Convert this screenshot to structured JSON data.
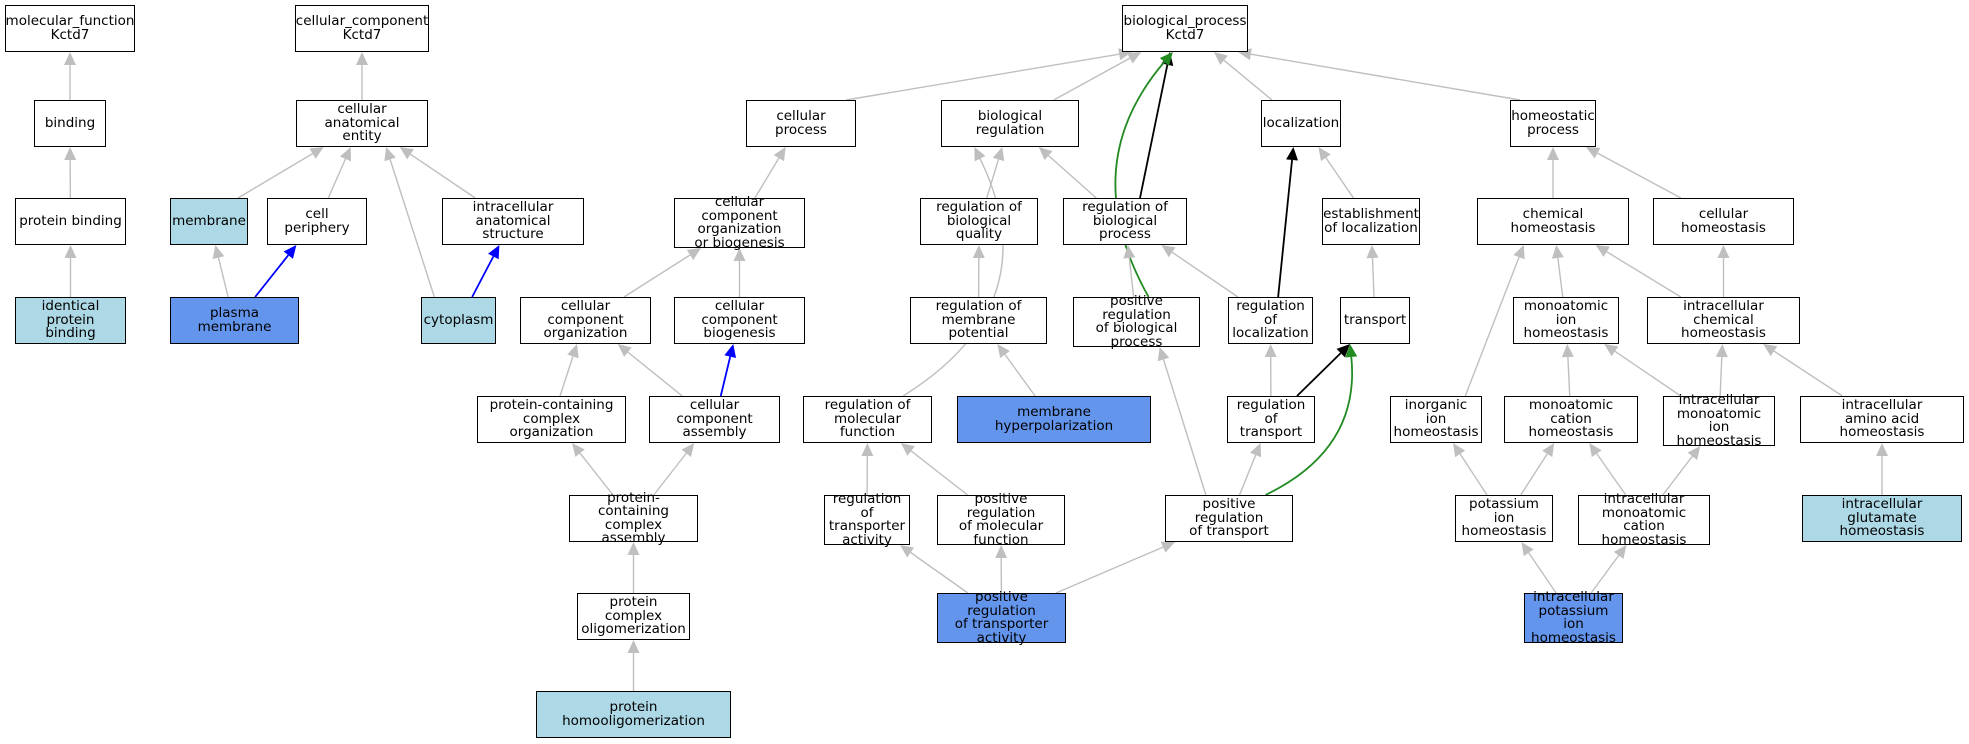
{
  "colors": {
    "grey": "#bfbfbf",
    "black": "#000000",
    "blue": "#0000ff",
    "green": "#228b22",
    "light": "#add8e6",
    "medium": "#6495ed"
  },
  "nodes": {
    "mf": {
      "label": "molecular_function\nKctd7"
    },
    "binding": {
      "label": "binding"
    },
    "protein_binding": {
      "label": "protein binding"
    },
    "identical_protein_binding": {
      "label": "identical protein\nbinding"
    },
    "cc": {
      "label": "cellular_component\nKctd7"
    },
    "cae": {
      "label": "cellular anatomical\nentity"
    },
    "membrane": {
      "label": "membrane"
    },
    "cell_periphery": {
      "label": "cell periphery"
    },
    "intracellular_anatomical": {
      "label": "intracellular\nanatomical structure"
    },
    "plasma_membrane": {
      "label": "plasma membrane"
    },
    "cytoplasm": {
      "label": "cytoplasm"
    },
    "bp": {
      "label": "biological_process\nKctd7"
    },
    "cellular_process": {
      "label": "cellular process"
    },
    "ccob": {
      "label": "cellular component\norganization\nor biogenesis"
    },
    "cco": {
      "label": "cellular component\norganization"
    },
    "ccb": {
      "label": "cellular component\nbiogenesis"
    },
    "pcco": {
      "label": "protein-containing\ncomplex organization"
    },
    "cca": {
      "label": "cellular component\nassembly"
    },
    "pcca": {
      "label": "protein-containing\ncomplex assembly"
    },
    "pco": {
      "label": "protein complex\noligomerization"
    },
    "pho": {
      "label": "protein homooligomerization"
    },
    "biological_regulation": {
      "label": "biological regulation"
    },
    "rbq": {
      "label": "regulation of\nbiological quality"
    },
    "rmp": {
      "label": "regulation of\nmembrane potential"
    },
    "mh": {
      "label": "membrane hyperpolarization"
    },
    "rbp": {
      "label": "regulation of\nbiological process"
    },
    "prbp": {
      "label": "positive regulation\nof biological\nprocess"
    },
    "rmf": {
      "label": "regulation of\nmolecular function"
    },
    "rta": {
      "label": "regulation of\ntransporter\nactivity"
    },
    "prmf": {
      "label": "positive regulation\nof molecular\nfunction"
    },
    "prta": {
      "label": "positive regulation\nof transporter\nactivity"
    },
    "localization": {
      "label": "localization"
    },
    "eol": {
      "label": "establishment\nof localization"
    },
    "rol": {
      "label": "regulation of\nlocalization"
    },
    "transport": {
      "label": "transport"
    },
    "rot": {
      "label": "regulation of\ntransport"
    },
    "prt": {
      "label": "positive regulation\nof transport"
    },
    "homeostatic_process": {
      "label": "homeostatic\nprocess"
    },
    "chemical_homeostasis": {
      "label": "chemical homeostasis"
    },
    "cellular_homeostasis": {
      "label": "cellular homeostasis"
    },
    "mih": {
      "label": "monoatomic ion\nhomeostasis"
    },
    "ich": {
      "label": "intracellular\nchemical homeostasis"
    },
    "iih": {
      "label": "inorganic ion\nhomeostasis"
    },
    "mch": {
      "label": "monoatomic cation\nhomeostasis"
    },
    "imih": {
      "label": "intracellular\nmonoatomic ion\nhomeostasis"
    },
    "iaah": {
      "label": "intracellular\namino acid homeostasis"
    },
    "pih": {
      "label": "potassium ion\nhomeostasis"
    },
    "imch": {
      "label": "intracellular\nmonoatomic cation\nhomeostasis"
    },
    "igh": {
      "label": "intracellular\nglutamate homeostasis"
    },
    "ipih": {
      "label": "intracellular\npotassium ion\nhomeostasis"
    }
  },
  "edges": [
    {
      "from": "binding",
      "to": "mf",
      "color": "grey"
    },
    {
      "from": "protein_binding",
      "to": "binding",
      "color": "grey"
    },
    {
      "from": "identical_protein_binding",
      "to": "protein_binding",
      "color": "grey"
    },
    {
      "from": "cae",
      "to": "cc",
      "color": "grey"
    },
    {
      "from": "membrane",
      "to": "cae",
      "color": "grey"
    },
    {
      "from": "cell_periphery",
      "to": "cae",
      "color": "grey"
    },
    {
      "from": "cytoplasm",
      "to": "cae",
      "color": "grey"
    },
    {
      "from": "intracellular_anatomical",
      "to": "cae",
      "color": "grey"
    },
    {
      "from": "plasma_membrane",
      "to": "membrane",
      "color": "grey"
    },
    {
      "from": "plasma_membrane",
      "to": "cell_periphery",
      "color": "blue"
    },
    {
      "from": "cytoplasm",
      "to": "intracellular_anatomical",
      "color": "blue"
    },
    {
      "from": "cellular_process",
      "to": "bp",
      "color": "grey"
    },
    {
      "from": "biological_regulation",
      "to": "bp",
      "color": "grey"
    },
    {
      "from": "rbp",
      "to": "bp",
      "color": "black"
    },
    {
      "from": "prbp",
      "to": "bp",
      "color": "green"
    },
    {
      "from": "localization",
      "to": "bp",
      "color": "grey"
    },
    {
      "from": "homeostatic_process",
      "to": "bp",
      "color": "grey"
    },
    {
      "from": "ccob",
      "to": "cellular_process",
      "color": "grey"
    },
    {
      "from": "cco",
      "to": "ccob",
      "color": "grey"
    },
    {
      "from": "ccb",
      "to": "ccob",
      "color": "grey"
    },
    {
      "from": "pcco",
      "to": "cco",
      "color": "grey"
    },
    {
      "from": "cca",
      "to": "cco",
      "color": "grey"
    },
    {
      "from": "cca",
      "to": "ccb",
      "color": "blue"
    },
    {
      "from": "pcca",
      "to": "pcco",
      "color": "grey"
    },
    {
      "from": "pcca",
      "to": "cca",
      "color": "grey"
    },
    {
      "from": "pco",
      "to": "pcca",
      "color": "grey"
    },
    {
      "from": "pho",
      "to": "pco",
      "color": "grey"
    },
    {
      "from": "rbq",
      "to": "biological_regulation",
      "color": "grey"
    },
    {
      "from": "rbp",
      "to": "biological_regulation",
      "color": "grey"
    },
    {
      "from": "rmf",
      "to": "biological_regulation",
      "color": "grey"
    },
    {
      "from": "rmp",
      "to": "rbq",
      "color": "grey"
    },
    {
      "from": "mh",
      "to": "rmp",
      "color": "grey"
    },
    {
      "from": "prbp",
      "to": "rbp",
      "color": "grey"
    },
    {
      "from": "rol",
      "to": "rbp",
      "color": "grey"
    },
    {
      "from": "rol",
      "to": "localization",
      "color": "black"
    },
    {
      "from": "rta",
      "to": "rmf",
      "color": "grey"
    },
    {
      "from": "prmf",
      "to": "rmf",
      "color": "grey"
    },
    {
      "from": "prta",
      "to": "rta",
      "color": "grey"
    },
    {
      "from": "prta",
      "to": "prmf",
      "color": "grey"
    },
    {
      "from": "prta",
      "to": "prt",
      "color": "grey"
    },
    {
      "from": "eol",
      "to": "localization",
      "color": "grey"
    },
    {
      "from": "transport",
      "to": "eol",
      "color": "grey"
    },
    {
      "from": "rot",
      "to": "rol",
      "color": "grey"
    },
    {
      "from": "rot",
      "to": "transport",
      "color": "black"
    },
    {
      "from": "prt",
      "to": "rot",
      "color": "grey"
    },
    {
      "from": "prt",
      "to": "prbp",
      "color": "grey"
    },
    {
      "from": "prt",
      "to": "transport",
      "color": "green"
    },
    {
      "from": "chemical_homeostasis",
      "to": "homeostatic_process",
      "color": "grey"
    },
    {
      "from": "cellular_homeostasis",
      "to": "homeostatic_process",
      "color": "grey"
    },
    {
      "from": "mih",
      "to": "chemical_homeostasis",
      "color": "grey"
    },
    {
      "from": "ich",
      "to": "chemical_homeostasis",
      "color": "grey"
    },
    {
      "from": "iih",
      "to": "chemical_homeostasis",
      "color": "grey"
    },
    {
      "from": "ich",
      "to": "cellular_homeostasis",
      "color": "grey"
    },
    {
      "from": "mch",
      "to": "mih",
      "color": "grey"
    },
    {
      "from": "imih",
      "to": "mih",
      "color": "grey"
    },
    {
      "from": "imih",
      "to": "ich",
      "color": "grey"
    },
    {
      "from": "iaah",
      "to": "ich",
      "color": "grey"
    },
    {
      "from": "pih",
      "to": "iih",
      "color": "grey"
    },
    {
      "from": "pih",
      "to": "mch",
      "color": "grey"
    },
    {
      "from": "imch",
      "to": "mch",
      "color": "grey"
    },
    {
      "from": "imch",
      "to": "imih",
      "color": "grey"
    },
    {
      "from": "igh",
      "to": "iaah",
      "color": "grey"
    },
    {
      "from": "ipih",
      "to": "pih",
      "color": "grey"
    },
    {
      "from": "ipih",
      "to": "imch",
      "color": "grey"
    }
  ]
}
